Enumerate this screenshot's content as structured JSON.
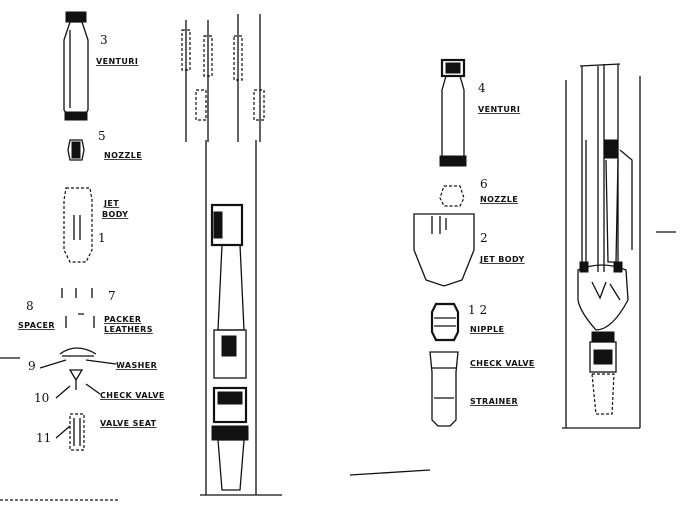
{
  "diagram": {
    "left_assembly": {
      "parts": [
        {
          "id": "venturi",
          "number": "3",
          "label": "VENTURI"
        },
        {
          "id": "nozzle",
          "number": "5",
          "label": "NOZZLE"
        },
        {
          "id": "jet-body",
          "number": "1",
          "label_line1": "JET",
          "label_line2": "BODY"
        },
        {
          "id": "spacer",
          "number": "8",
          "label": "SPACER"
        },
        {
          "id": "packer-leathers",
          "number": "7",
          "label_line1": "PACKER",
          "label_line2": "LEATHERS"
        },
        {
          "id": "washer",
          "number": "9",
          "label": "WASHER"
        },
        {
          "id": "check-valve",
          "number": "10",
          "label": "CHECK VALVE"
        },
        {
          "id": "valve-seat",
          "number": "11",
          "label": "VALVE SEAT"
        }
      ]
    },
    "right_assembly": {
      "parts": [
        {
          "id": "venturi",
          "number": "4",
          "label": "VENTURI"
        },
        {
          "id": "nozzle",
          "number": "6",
          "label": "NOZZLE"
        },
        {
          "id": "jet-body",
          "number": "2",
          "label": "JET BODY"
        },
        {
          "id": "nipple",
          "number": "1 2",
          "label": "NIPPLE"
        },
        {
          "id": "check-valve",
          "number": "",
          "label": "CHECK VALVE"
        },
        {
          "id": "strainer",
          "number": "",
          "label": "STRAINER"
        }
      ]
    }
  }
}
